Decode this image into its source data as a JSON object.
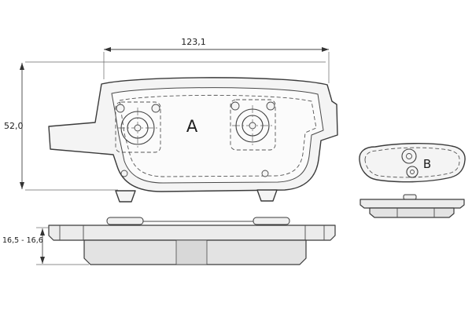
{
  "labels": {
    "pad_a": "A",
    "pad_b": "B"
  },
  "dimensions": {
    "width": "123,1",
    "height": "52,0",
    "thickness": "16,5 - 16,6"
  },
  "colors": {
    "line": "#3b3b3b",
    "plate_fill": "#ececec",
    "friction_fill": "#e3e3e3",
    "background": "#ffffff"
  }
}
